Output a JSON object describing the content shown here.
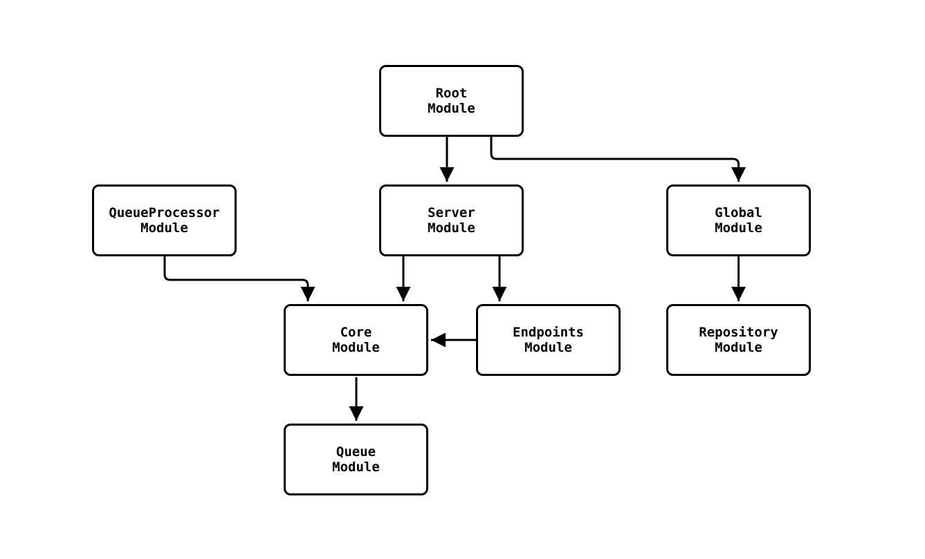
{
  "diagram": {
    "type": "flowchart",
    "colors": {
      "background": "#ffffff",
      "node_fill": "#ffffff",
      "node_border": "#000000",
      "edge": "#000000",
      "text": "#000000"
    },
    "nodes": {
      "root": {
        "line1": "Root",
        "line2": "Module"
      },
      "queueprocessor": {
        "line1": "QueueProcessor",
        "line2": "Module"
      },
      "server": {
        "line1": "Server",
        "line2": "Module"
      },
      "global": {
        "line1": "Global",
        "line2": "Module"
      },
      "core": {
        "line1": "Core",
        "line2": "Module"
      },
      "endpoints": {
        "line1": "Endpoints",
        "line2": "Module"
      },
      "repository": {
        "line1": "Repository",
        "line2": "Module"
      },
      "queue": {
        "line1": "Queue",
        "line2": "Module"
      }
    },
    "edges": [
      {
        "from": "Root Module",
        "to": "Server Module"
      },
      {
        "from": "Root Module",
        "to": "Global Module"
      },
      {
        "from": "QueueProcessor Module",
        "to": "Core Module"
      },
      {
        "from": "Server Module",
        "to": "Core Module"
      },
      {
        "from": "Server Module",
        "to": "Endpoints Module"
      },
      {
        "from": "Endpoints Module",
        "to": "Core Module"
      },
      {
        "from": "Global Module",
        "to": "Repository Module"
      },
      {
        "from": "Core Module",
        "to": "Queue Module"
      }
    ]
  }
}
